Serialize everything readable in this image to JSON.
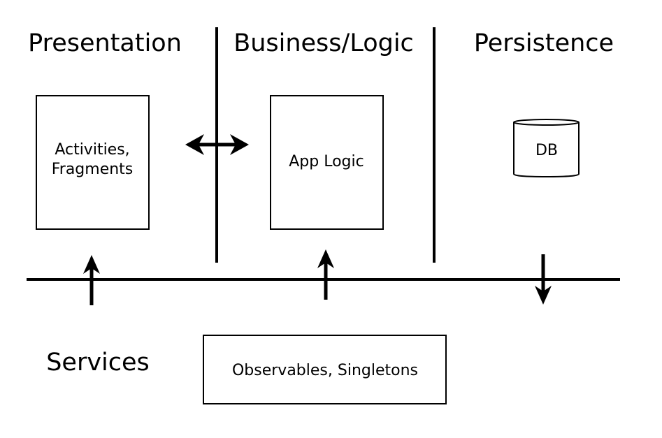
{
  "layers": {
    "presentation": "Presentation",
    "business": "Business/Logic",
    "persistence": "Persistence",
    "services": "Services"
  },
  "boxes": {
    "activities_line1": "Activities,",
    "activities_line2": "Fragments",
    "app_logic": "App Logic",
    "db": "DB",
    "observables": "Observables, Singletons"
  },
  "colors": {
    "stroke": "#000000",
    "background": "#ffffff"
  }
}
